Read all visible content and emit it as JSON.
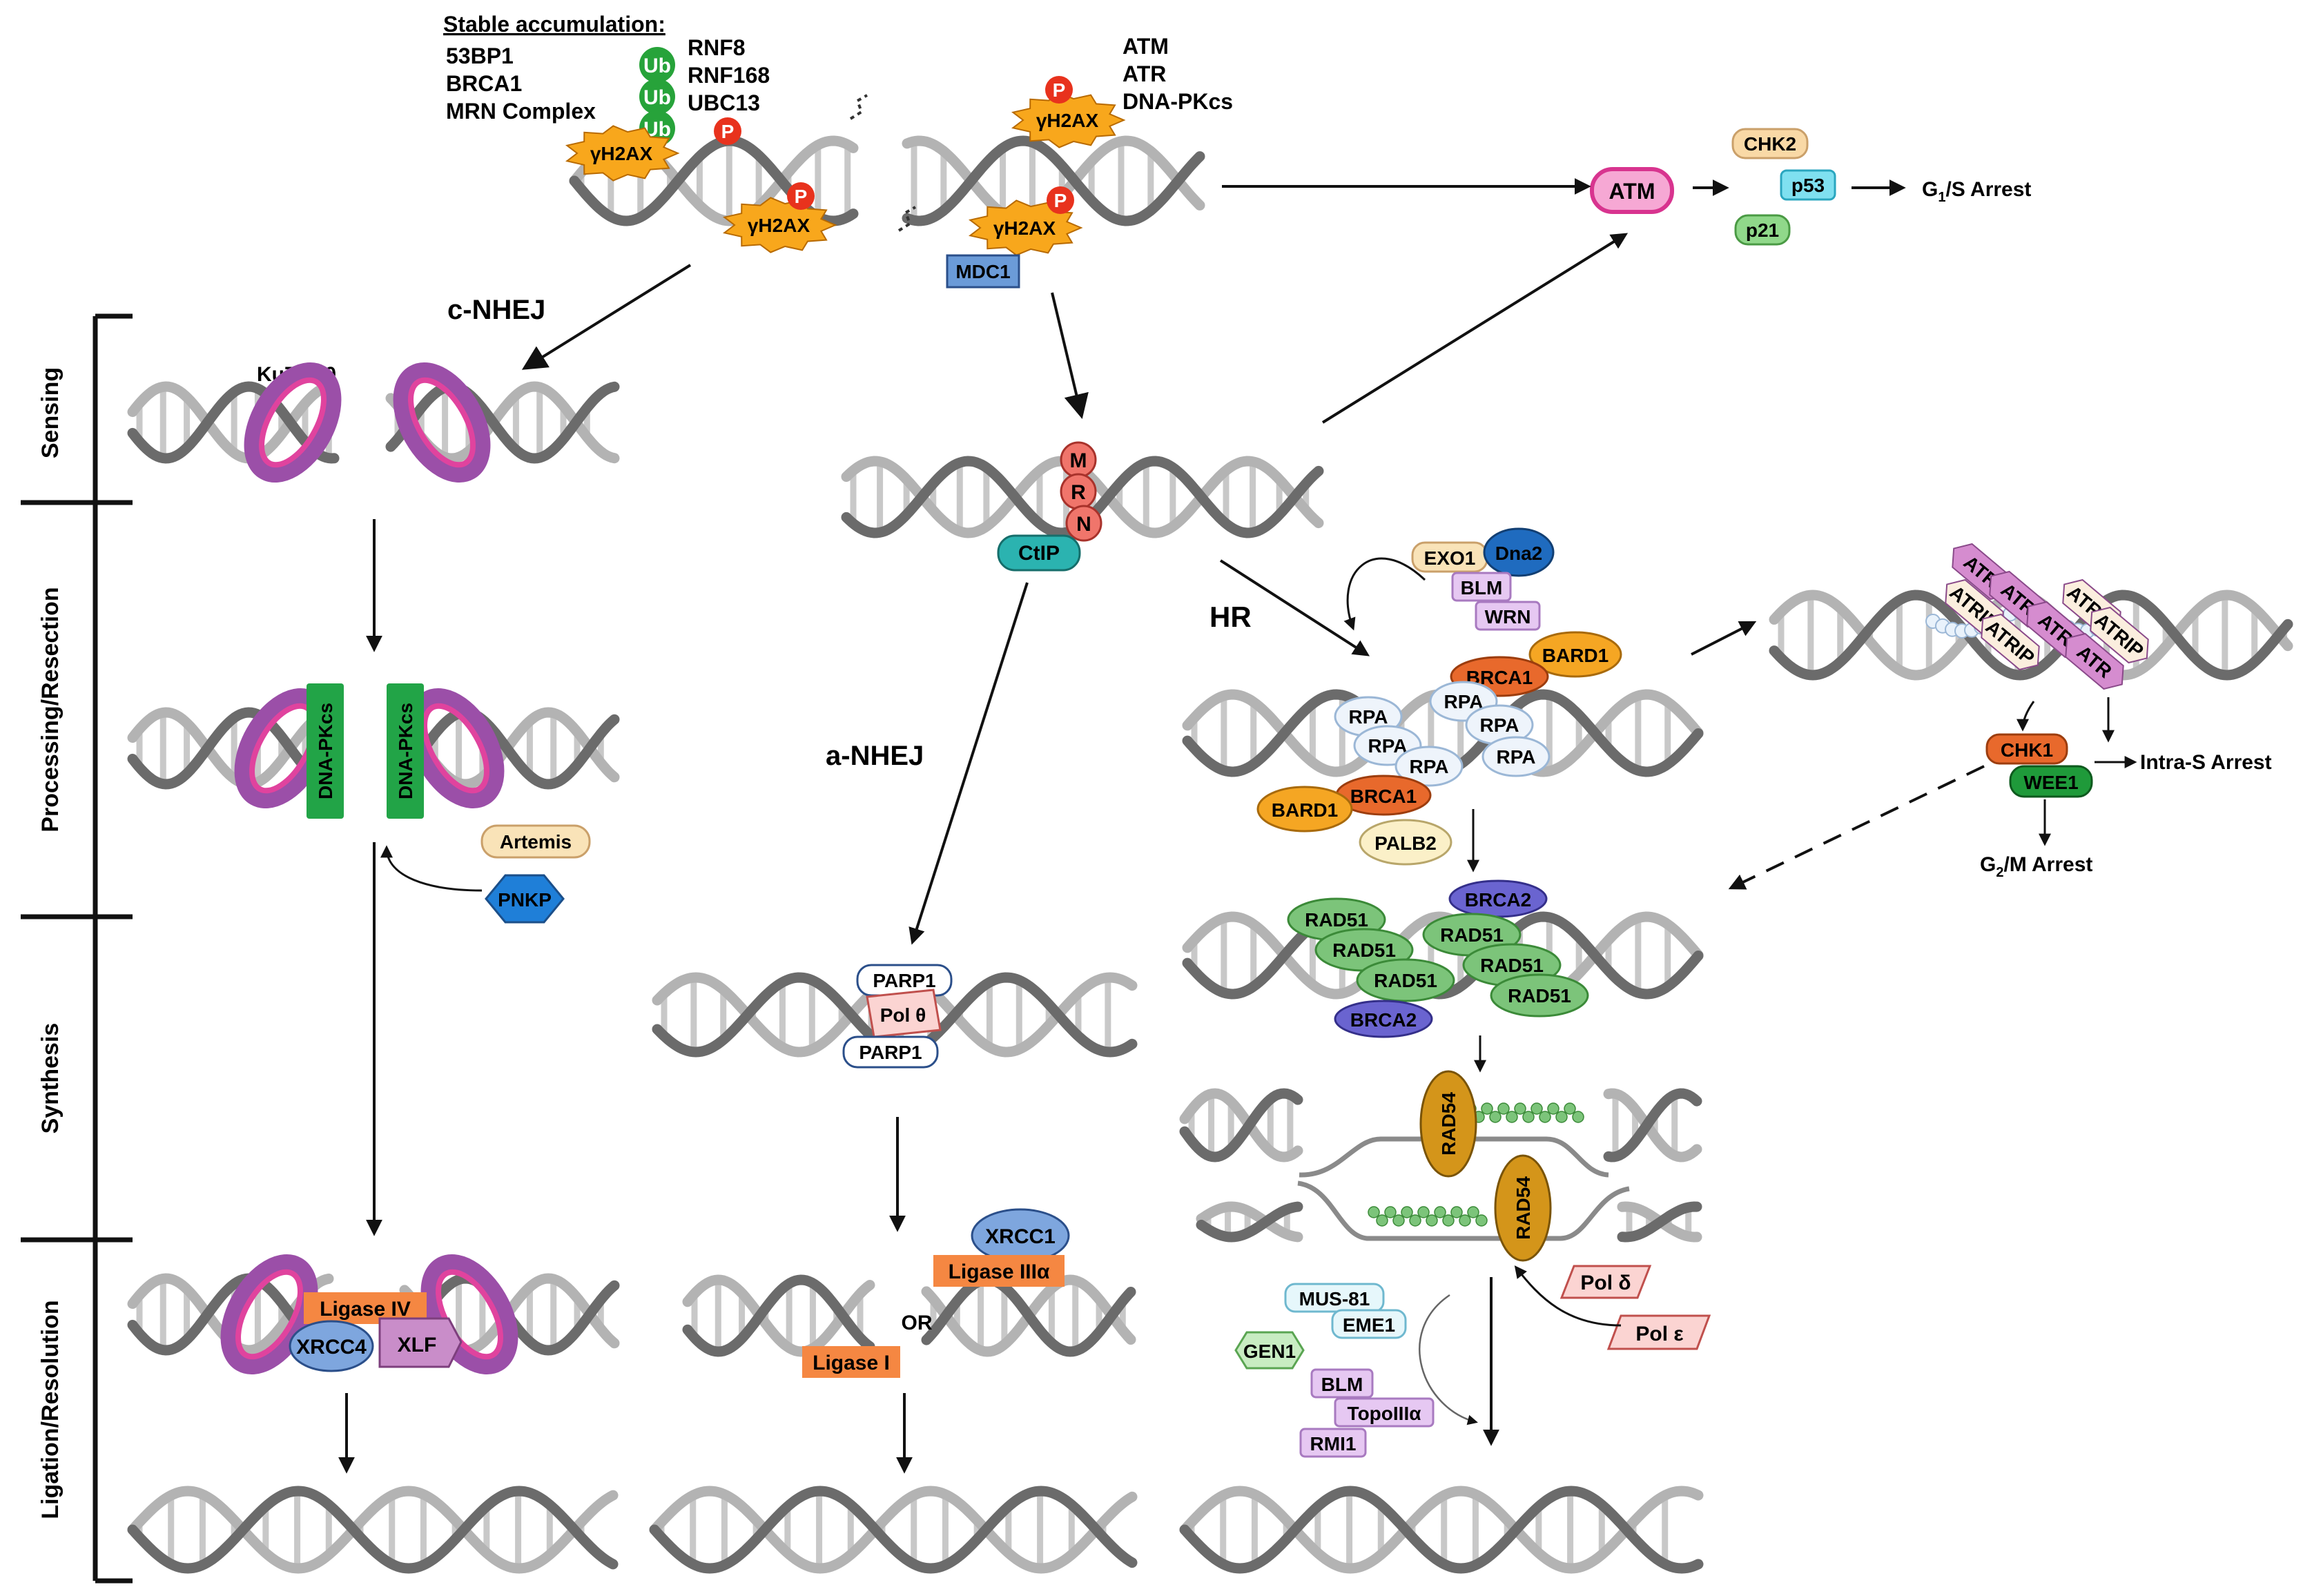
{
  "top": {
    "stable_title": "Stable accumulation:",
    "stable_items": [
      "53BP1",
      "BRCA1",
      "MRN Complex"
    ],
    "ub_label": "Ub",
    "ub_enzymes": [
      "RNF8",
      "RNF168",
      "UBC13"
    ],
    "kinases": [
      "ATM",
      "ATR",
      "DNA-PKcs"
    ],
    "gh2ax": "γH2AX",
    "phospho": "P",
    "mdc1": "MDC1"
  },
  "checkpoint": {
    "atm": "ATM",
    "chk2": "CHK2",
    "p53": "p53",
    "p21": "p21",
    "g1s_prefix": "G",
    "g1s_sub": "1",
    "g1s_suffix": "/S Arrest"
  },
  "stages": [
    "Sensing",
    "Processing/Resection",
    "Synthesis",
    "Ligation/Resolution"
  ],
  "cnhej": {
    "title": "c-NHEJ",
    "ku": "Ku70/80",
    "dnapkcs": "DNA-PKcs",
    "artemis": "Artemis",
    "pnkp": "PNKP",
    "ligase_iv": "Ligase IV",
    "xrcc4": "XRCC4",
    "xlf": "XLF"
  },
  "mrn": {
    "m": "M",
    "r": "R",
    "n": "N",
    "ctip": "CtIP"
  },
  "anhej": {
    "title": "a-NHEJ",
    "parp1": "PARP1",
    "pol_theta": "Pol θ",
    "xrcc1": "XRCC1",
    "ligase_iii": "Ligase IIIα",
    "ligase_i": "Ligase I",
    "or": "OR"
  },
  "hr": {
    "title": "HR",
    "exo1": "EXO1",
    "dna2": "Dna2",
    "blm": "BLM",
    "wrn": "WRN",
    "bard1": "BARD1",
    "brca1": "BRCA1",
    "rpa": "RPA",
    "palb2": "PALB2",
    "brca2": "BRCA2",
    "rad51": "RAD51",
    "rad54": "RAD54",
    "pol_delta": "Pol δ",
    "pol_eps": "Pol ε",
    "mus81": "MUS-81",
    "eme1": "EME1",
    "gen1": "GEN1",
    "topo": "TopoIIIα",
    "rmi1": "RMI1"
  },
  "atr": {
    "atr": "ATR",
    "atrip": "ATRIP",
    "chk1": "CHK1",
    "wee1": "WEE1",
    "intra_s": "Intra-S Arrest",
    "g2m_prefix": "G",
    "g2m_sub": "2",
    "g2m_suffix": "/M Arrest"
  },
  "colors": {
    "dna_dark": "#6b6b6b",
    "dna_light": "#b3b3b3",
    "ku_purple": "#9b4fa8",
    "ku_pink": "#e0439e",
    "ub_green": "#27a33a",
    "gh2ax_orange": "#f8a71c",
    "phospho_red": "#e8321d",
    "ligase_orange": "#f58742",
    "xrcc_blue": "#7ea6de",
    "rad51_green": "#7cc47a",
    "brca2_indigo": "#6a64d0",
    "brca1_orange": "#e8692c",
    "bard1_orange": "#f5a623",
    "mrn_red": "#f0756b",
    "ctip_teal": "#2bb3b0",
    "atr_mauve": "#d58ccf"
  }
}
